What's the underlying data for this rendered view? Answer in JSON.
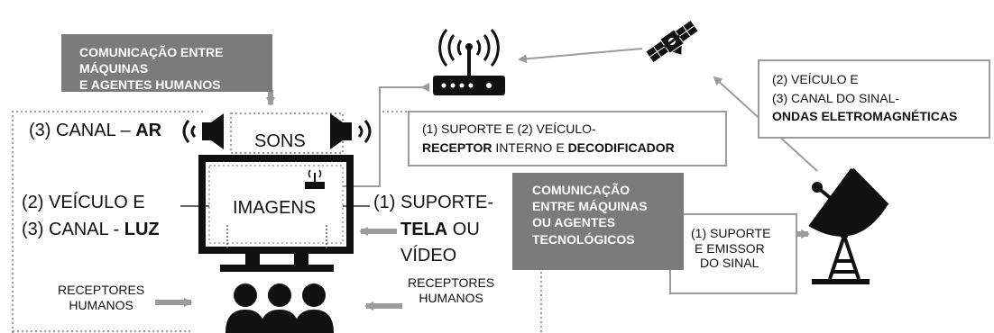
{
  "human_communication": {
    "title_line1": "COMUNICAÇÃO ENTRE MÁQUINAS",
    "title_line2": "E AGENTES HUMANOS",
    "canal_ar_prefix": "(3) CANAL – ",
    "canal_ar_bold": "AR",
    "sounds": "SONS",
    "images": "IMAGENS",
    "veiculo_line": "(2) VEÍCULO E",
    "canal_luz_prefix": "(3) CANAL - ",
    "canal_luz_bold": "LUZ",
    "suporte_line": "(1) SUPORTE-",
    "tela_bold": "TELA",
    "tela_suffix": " OU",
    "video": "VÍDEO",
    "receivers_left_line1": "RECEPTORES",
    "receivers_left_line2": "HUMANOS",
    "receivers_right_line1": "RECEPTORES",
    "receivers_right_line2": "HUMANOS"
  },
  "receiver_box": {
    "line1": "(1) SUPORTE E (2) VEÍCULO-",
    "line2_bold1": "RECEPTOR",
    "line2_mid": " INTERNO E ",
    "line2_bold2": "DECODIFICADOR"
  },
  "machine_communication": {
    "line1": "COMUNICAÇÃO",
    "line2": "ENTRE MÁQUINAS",
    "line3": "OU AGENTES",
    "line4": "TECNOLÓGICOS"
  },
  "emitter_box": {
    "line1": "(1) SUPORTE",
    "line2": "E EMISSOR",
    "line3": "DO SINAL"
  },
  "signal_box": {
    "line1": "(2) VEÍCULO E",
    "line2": "(3) CANAL DO SINAL-",
    "line3_bold": "ONDAS ELETROMAGNÉTICAS"
  },
  "icons": [
    "wifi-router-icon",
    "satellite-icon",
    "satellite-dish-icon",
    "speaker-icon",
    "screen-icon",
    "people-icon"
  ],
  "colors": {
    "dark_box": "#7b7b7b",
    "line_gray": "#9b9b9b",
    "icon": "#111111",
    "text": "#111111"
  }
}
